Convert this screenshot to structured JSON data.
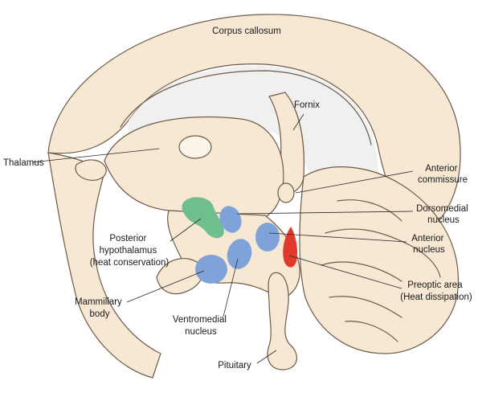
{
  "colors": {
    "background": "#ffffff",
    "tissue": "#f6e8d3",
    "outline": "#6e5a48",
    "posterior_hypothalamus": "#6fbf8e",
    "blue_nuclei": "#7fa3d9",
    "preoptic_area": "#e23a2a"
  },
  "labels": {
    "corpus_callosum": "Corpus callosum",
    "fornix": "Fornix",
    "thalamus": "Thalamus",
    "anterior_commissure": [
      "Anterior",
      "commissure"
    ],
    "dorsomedial_nucleus": [
      "Dorsomedial",
      "nucleus"
    ],
    "posterior_hypothalamus": [
      "Posterior",
      "hypothalamus",
      "(heat conservation)"
    ],
    "anterior_nucleus": [
      "Anterior",
      "nucleus"
    ],
    "preoptic_area": [
      "Preoptic area",
      "(Heat dissipation)"
    ],
    "mammillary_body": [
      "Mammillary",
      "body"
    ],
    "ventromedial_nucleus": [
      "Ventromedial",
      "nucleus"
    ],
    "pituitary": "Pituitary"
  }
}
